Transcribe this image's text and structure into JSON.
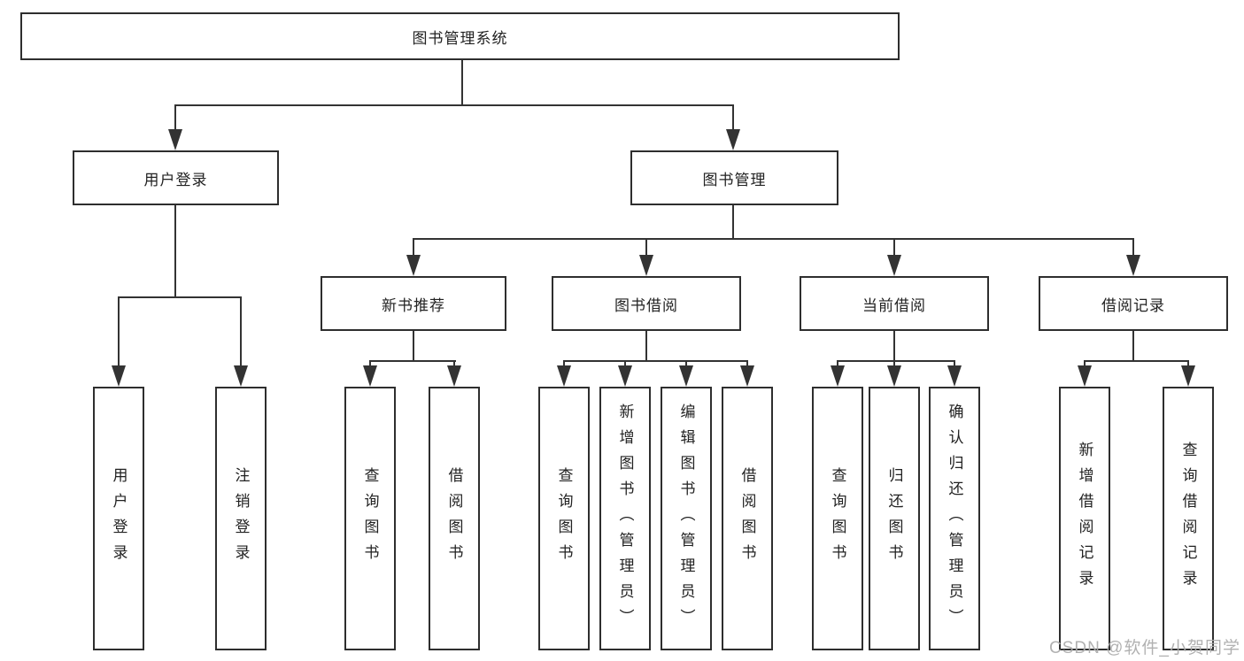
{
  "colors": {
    "line": "#333333",
    "border": "#2e2e2e",
    "text": "#222222",
    "background": "#ffffff",
    "watermark": "#adadad"
  },
  "watermark": {
    "text": "CSDN @软件_小贺同学"
  },
  "tree": {
    "root": {
      "label": "图书管理系统",
      "children": [
        {
          "label": "用户登录",
          "children": [
            {
              "label": "用户登录"
            },
            {
              "label": "注销登录"
            }
          ]
        },
        {
          "label": "图书管理",
          "children": [
            {
              "label": "新书推荐",
              "children": [
                {
                  "label": "查询图书"
                },
                {
                  "label": "借阅图书"
                }
              ]
            },
            {
              "label": "图书借阅",
              "children": [
                {
                  "label": "查询图书"
                },
                {
                  "label": "新增图书（管理员）"
                },
                {
                  "label": "编辑图书（管理员）"
                },
                {
                  "label": "借阅图书"
                }
              ]
            },
            {
              "label": "当前借阅",
              "children": [
                {
                  "label": "查询图书"
                },
                {
                  "label": "归还图书"
                },
                {
                  "label": "确认归还（管理员）"
                }
              ]
            },
            {
              "label": "借阅记录",
              "children": [
                {
                  "label": "新增借阅记录"
                },
                {
                  "label": "查询借阅记录"
                }
              ]
            }
          ]
        }
      ]
    }
  }
}
